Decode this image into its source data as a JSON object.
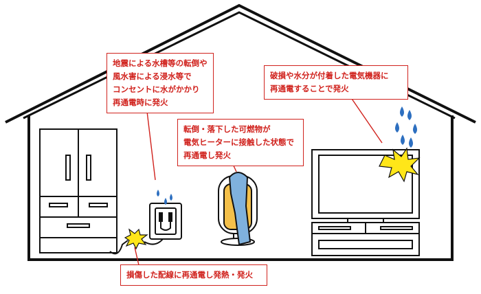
{
  "callouts": {
    "earthquake": {
      "lines": [
        "地震による水槽等の転倒や",
        "風水害による浸水等で",
        "コンセントに水がかかり",
        "再通電時に発火"
      ]
    },
    "appliance": {
      "lines": [
        "破損や水分が付着した電気機器に",
        "再通電することで発火"
      ]
    },
    "heater": {
      "lines": [
        "転倒・落下した可燃物が",
        "電気ヒーターに接触した状態で",
        "再通電し発火"
      ]
    },
    "wiring": {
      "lines": [
        "損傷した配線に再通電し発熱・発火"
      ]
    }
  },
  "colors": {
    "callout_red": "#d0211c",
    "spark_yellow": "#ffe619",
    "water_blue": "#2d6fc0",
    "towel_blue": "#7fb1dd",
    "heater_orange": "#f4c04a",
    "outline": "#111111"
  }
}
